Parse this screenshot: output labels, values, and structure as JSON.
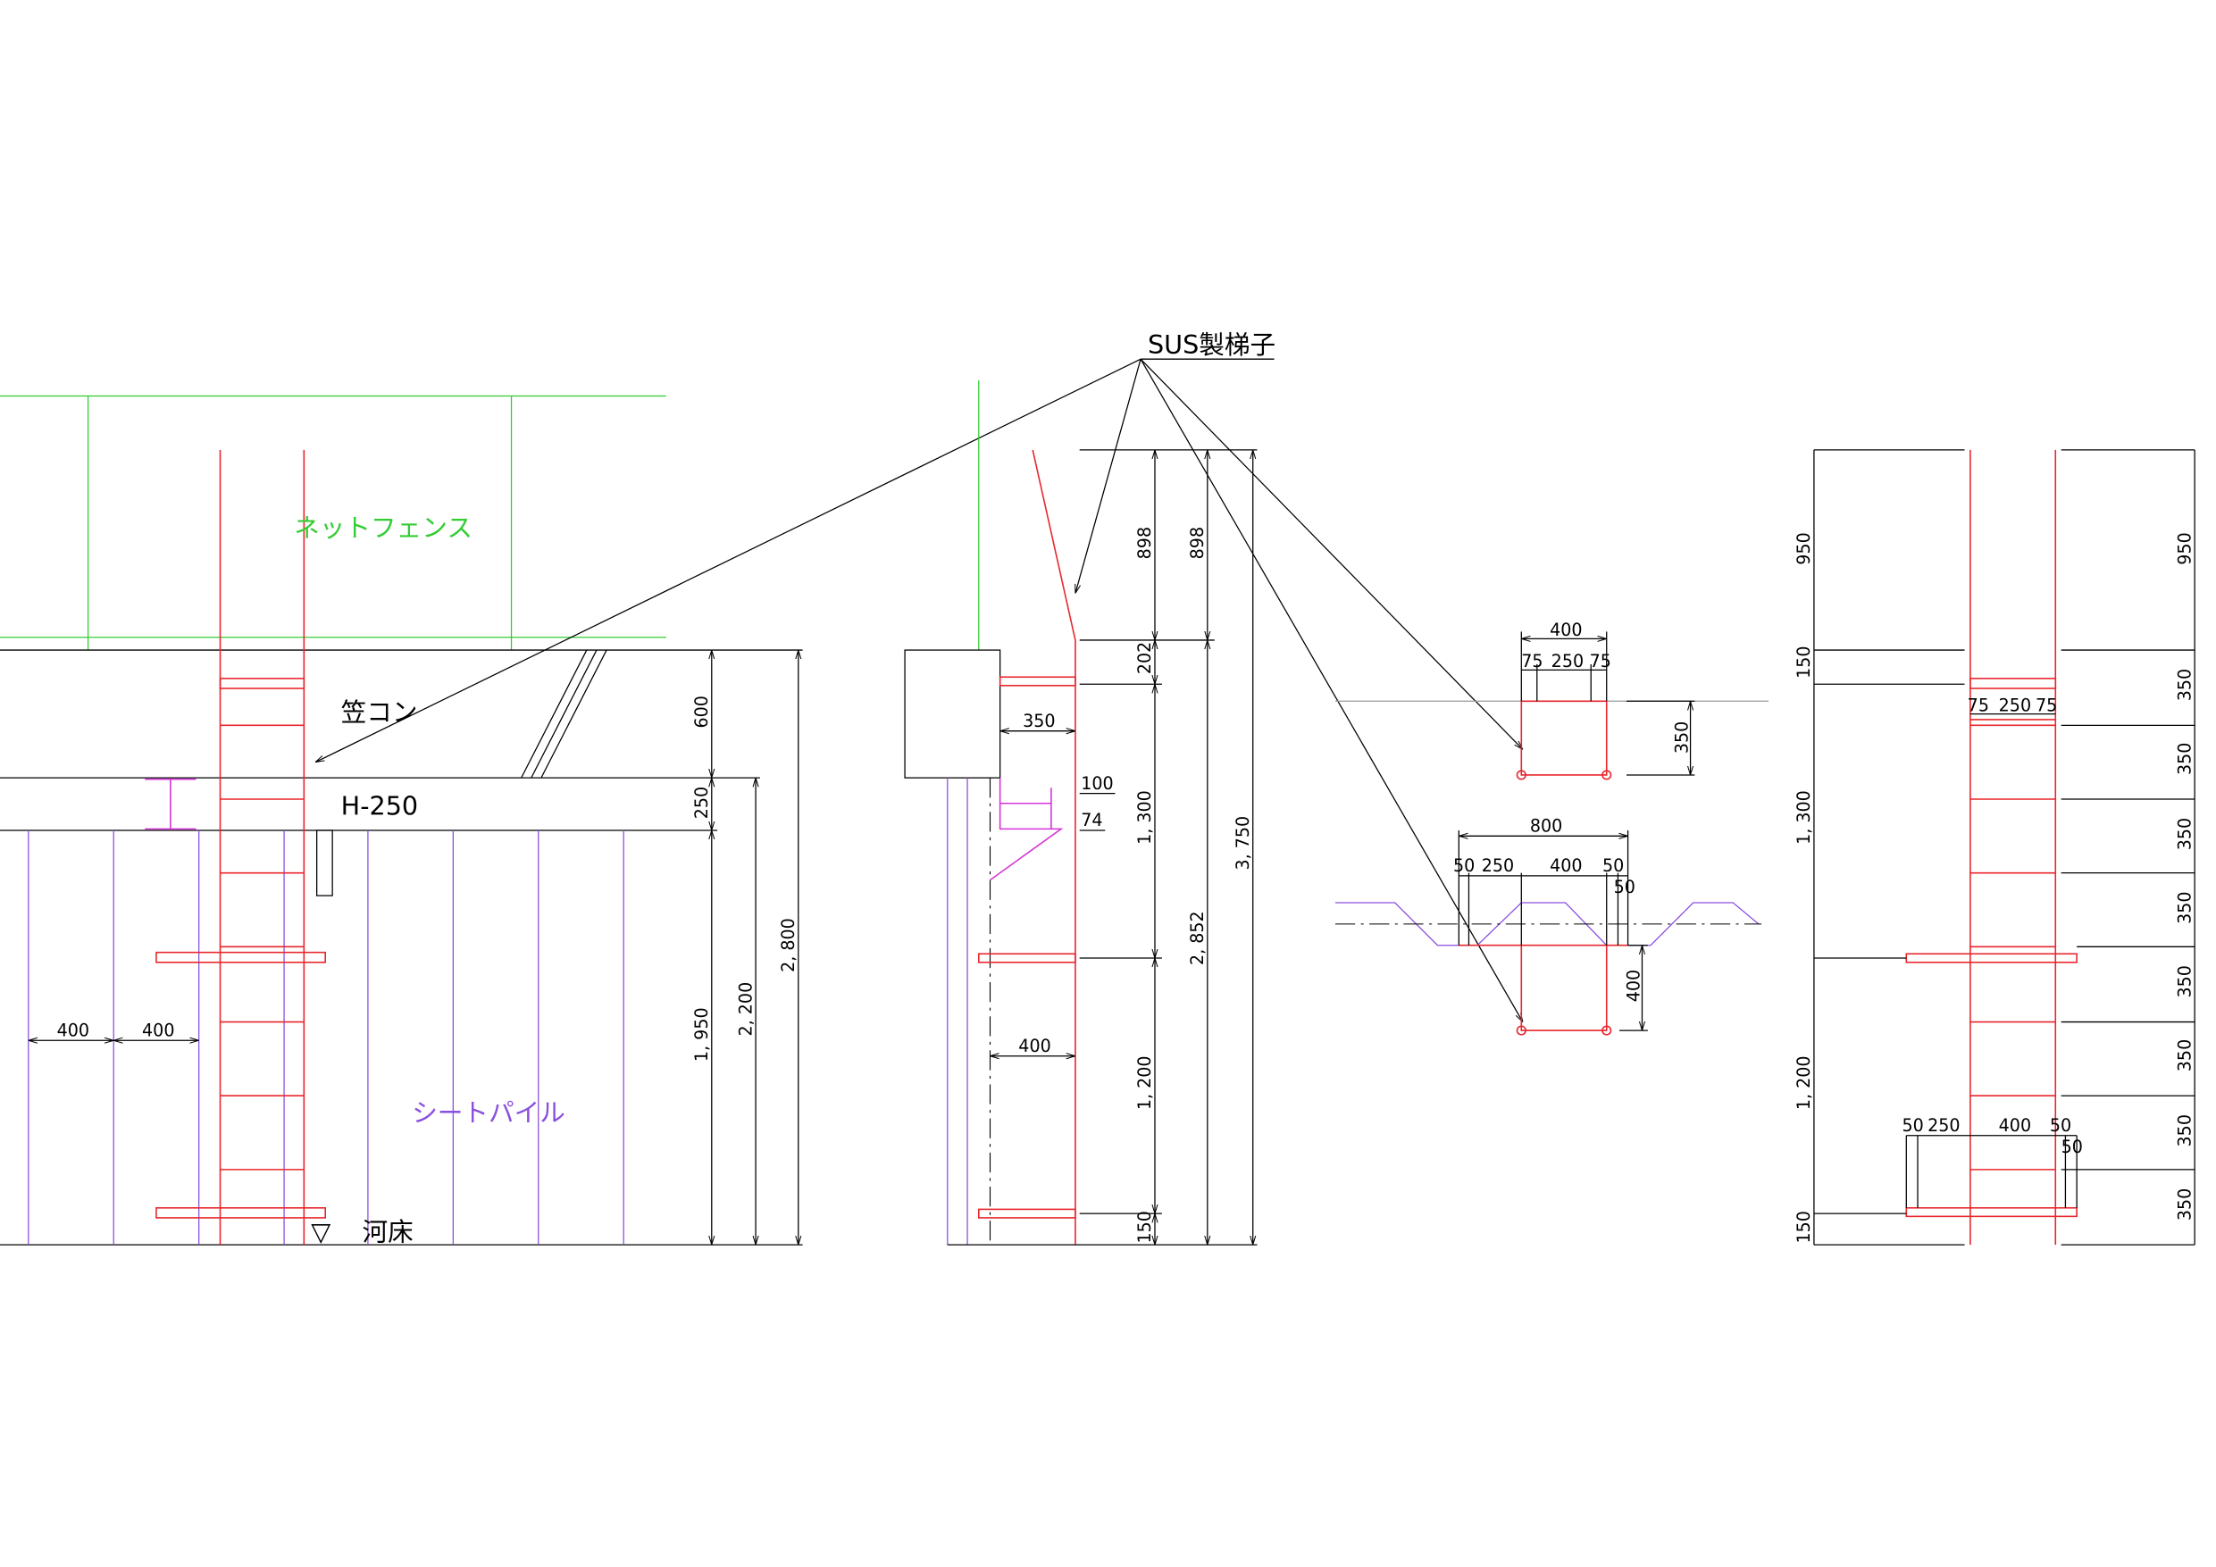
{
  "drawing": {
    "leader_label": "SUS製梯子",
    "colors": {
      "ladder": "#e8262c",
      "fence": "#33cc33",
      "sheet_pile": "#8a4fe0",
      "h_beam": "#d633d6",
      "line": "#000000"
    }
  },
  "left_view": {
    "labels": {
      "net_fence": "ネットフェンス",
      "coping": "笠コン",
      "h_beam": "H-250",
      "sheet_pile": "シートパイル",
      "riverbed": "河床",
      "riverbed_symbol": "▽"
    },
    "dims": [
      "400",
      "400",
      "600",
      "250",
      "1, 950",
      "2, 200",
      "2, 800"
    ]
  },
  "side_view": {
    "dims": [
      "898",
      "898",
      "202",
      "1, 300",
      "2, 852",
      "3, 750",
      "1, 200",
      "150",
      "350",
      "100",
      "74",
      "400"
    ]
  },
  "plan_top": {
    "dims": [
      "400",
      "75",
      "250",
      "75",
      "350"
    ]
  },
  "plan_bottom": {
    "dims": [
      "800",
      "50",
      "250",
      "400",
      "50",
      "50",
      "400"
    ]
  },
  "right_view": {
    "dims_left": [
      "950",
      "150",
      "1, 300",
      "1, 200",
      "150"
    ],
    "dims_right": [
      "950",
      "350",
      "350",
      "350",
      "350",
      "350",
      "350",
      "350",
      "350"
    ],
    "top_dims": [
      "75",
      "250",
      "75"
    ],
    "bottom_dims": [
      "50",
      "250",
      "400",
      "50",
      "50"
    ]
  }
}
